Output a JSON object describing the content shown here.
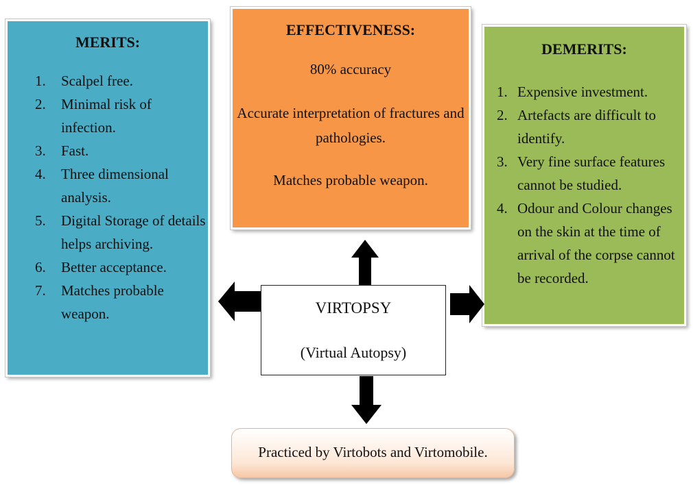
{
  "merits": {
    "title": "MERITS:",
    "items": [
      {
        "num": "1.",
        "text": "Scalpel free."
      },
      {
        "num": "2.",
        "text": "Minimal risk of infection."
      },
      {
        "num": "3.",
        "text": "Fast."
      },
      {
        "num": "4.",
        "text": "Three dimensional analysis."
      },
      {
        "num": "5.",
        "text": "Digital Storage of details helps archiving."
      },
      {
        "num": "6.",
        "text": "Better acceptance."
      },
      {
        "num": "7.",
        "text": "Matches probable weapon."
      }
    ]
  },
  "effectiveness": {
    "title": "EFFECTIVENESS:",
    "line1": "80% accuracy",
    "line2a": "Accurate interpretation of fractures and",
    "line2b": "pathologies.",
    "line3": "Matches probable weapon."
  },
  "demerits": {
    "title": "DEMERITS:",
    "items": [
      {
        "num": "1.",
        "text": "Expensive investment."
      },
      {
        "num": "2.",
        "text": "Artefacts are difficult to identify."
      },
      {
        "num": "3.",
        "text": "Very fine surface features cannot be studied."
      },
      {
        "num": "4.",
        "text": "Odour and Colour changes on the skin at the time of arrival of the corpse cannot be recorded."
      }
    ]
  },
  "center": {
    "title": "VIRTOPSY",
    "subtitle": "(Virtual Autopsy)"
  },
  "practiced": {
    "text": "Practiced by Virtobots and Virtomobile."
  },
  "colors": {
    "merits": "#4bacc6",
    "effectiveness": "#f79646",
    "demerits": "#9bbb59",
    "arrow": "#000000"
  }
}
